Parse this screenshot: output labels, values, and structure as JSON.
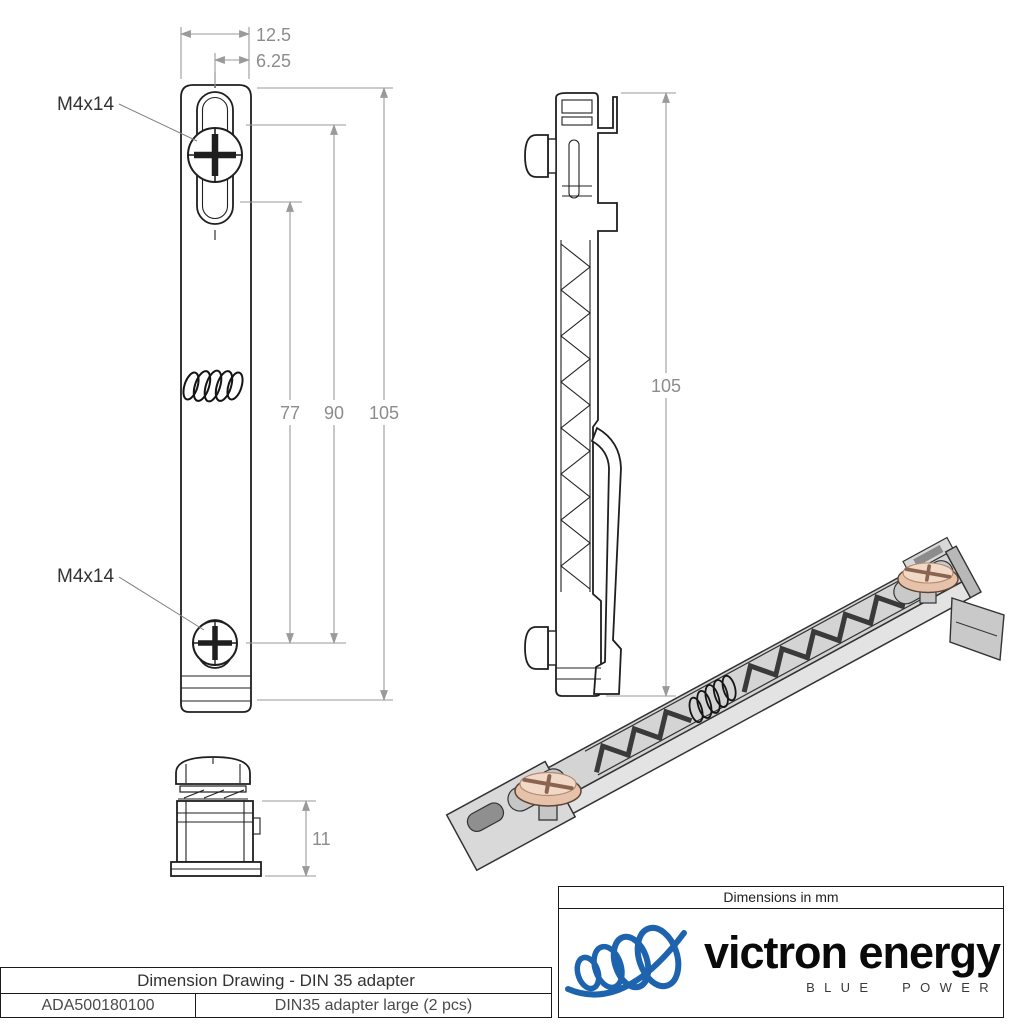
{
  "drawing": {
    "front_view": {
      "screw_label_top": "M4x14",
      "screw_label_bottom": "M4x14",
      "dim_width": "12.5",
      "dim_width_half": "6.25",
      "dim_height_slots": "77",
      "dim_height_screws": "90",
      "dim_height_total": "105"
    },
    "side_view": {
      "dim_height_total": "105"
    },
    "bottom_view": {
      "dim_height": "11"
    }
  },
  "info_panel": {
    "units_note": "Dimensions in mm",
    "brand": {
      "name": "victron energy",
      "tagline": "BLUE POWER",
      "blue": "#1d63ae"
    }
  },
  "title_block": {
    "drawing_title": "Dimension Drawing - DIN 35 adapter",
    "article_number": "ADA500180100",
    "description": "DIN35 adapter large (2 pcs)"
  },
  "colors": {
    "part_line": "#1f1f1f",
    "dimension_line": "#9a9a9a",
    "dimension_text": "#8c8c8c",
    "body_fill_light": "#d4d4d4",
    "body_fill_mid": "#c2c2c2",
    "screw_head_fill": "#e6c2ab"
  }
}
